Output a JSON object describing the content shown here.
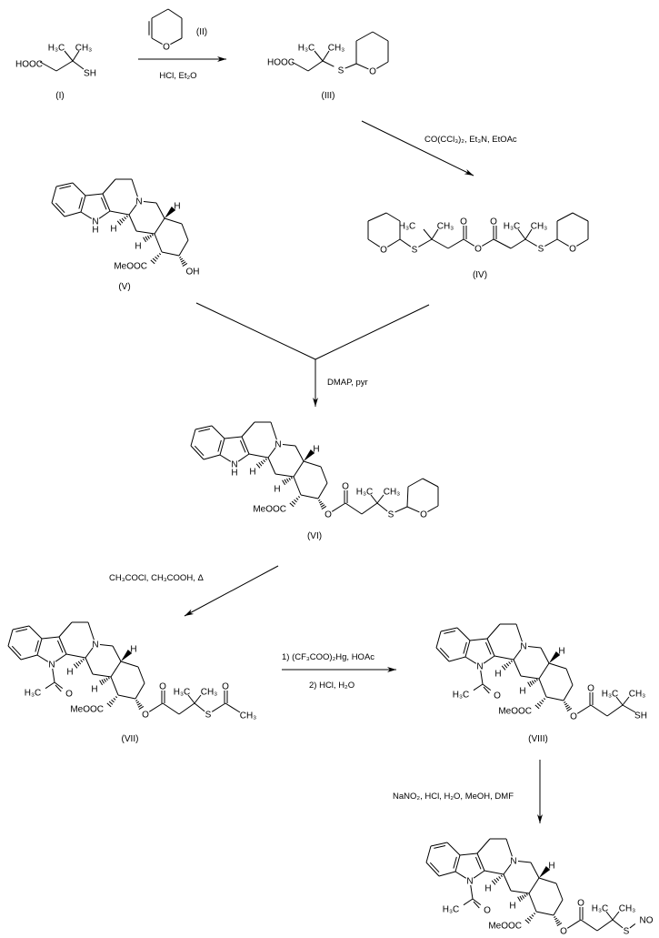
{
  "compounds": {
    "I": "(I)",
    "II": "(II)",
    "III": "(III)",
    "IV": "(IV)",
    "V": "(V)",
    "VI": "(VI)",
    "VII": "(VII)",
    "VIII": "(VIII)"
  },
  "reagents": {
    "step1": "HCl, Et₂O",
    "step2": "CO(CCl₃)₂, Et₃N, EtOAc",
    "step3": "DMAP, pyr",
    "step4": "CH₃COCl, CH₃COOH, Δ",
    "step5a": "1) (CF₃COO)₂Hg, HOAc",
    "step5b": "2) HCl, H₂O",
    "step6": "NaNO₂, HCl, H₂O, MeOH, DMF"
  },
  "atoms": {
    "HOOC": "HOOC",
    "H3C": "H₃C",
    "CH3": "CH₃",
    "SH": "SH",
    "S": "S",
    "O": "O",
    "N": "N",
    "H": "H",
    "OH": "OH",
    "MeOOC": "MeOOC",
    "NO": "NO"
  }
}
